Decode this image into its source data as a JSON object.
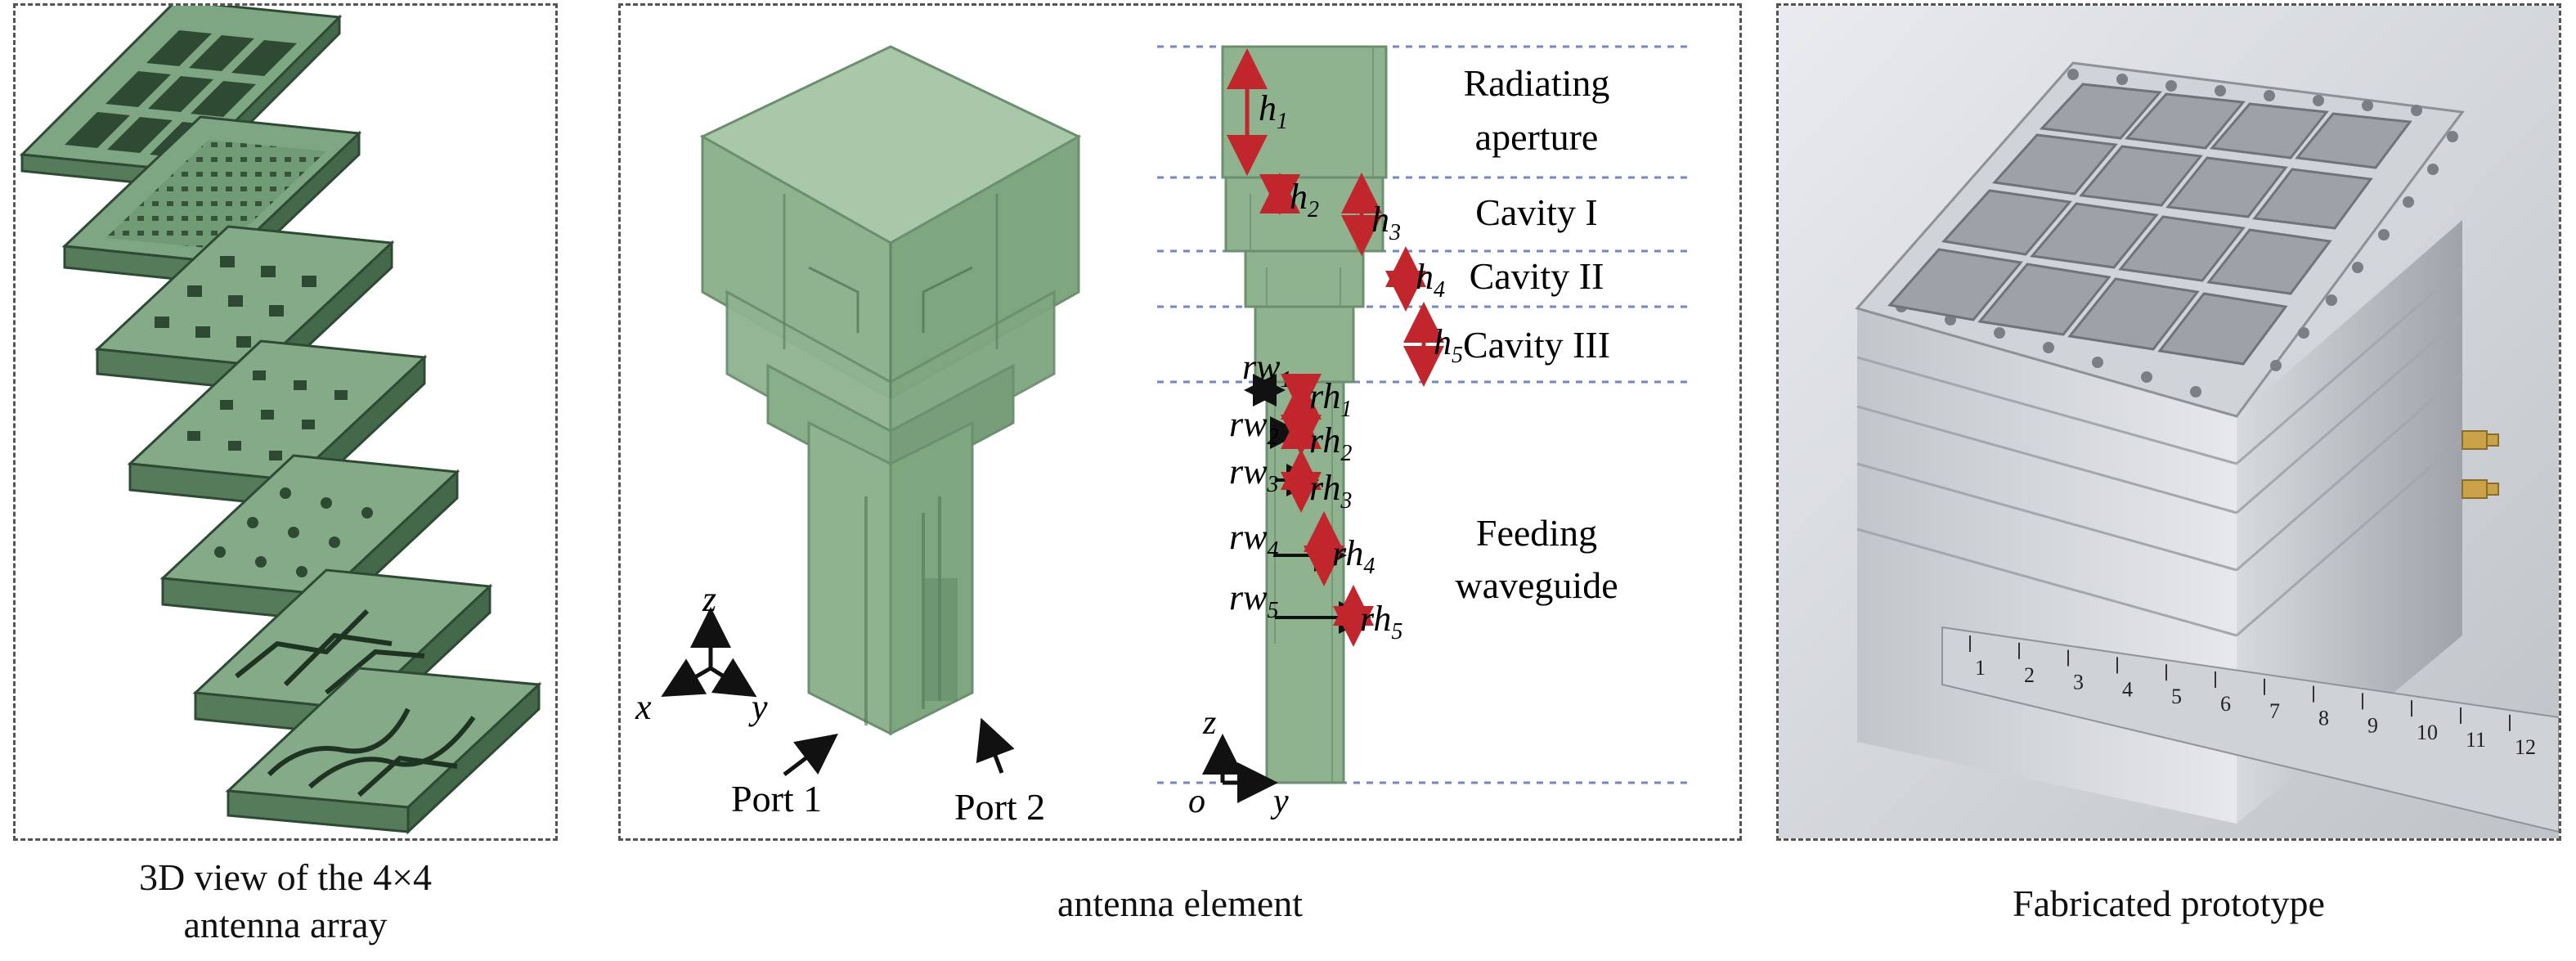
{
  "captions": {
    "array_line1": "3D view of the 4×4",
    "array_line2": "antenna array",
    "element": "antenna element",
    "prototype": "Fabricated prototype"
  },
  "element_3d": {
    "axis_z": "z",
    "axis_x": "x",
    "axis_y": "y",
    "port1": "Port 1",
    "port2": "Port 2"
  },
  "cross_section": {
    "sections": {
      "radiating_line1": "Radiating",
      "radiating_line2": "aperture",
      "cavity1": "Cavity I",
      "cavity2": "Cavity II",
      "cavity3": "Cavity III",
      "feeding_line1": "Feeding",
      "feeding_line2": "waveguide"
    },
    "heights": {
      "h": "h",
      "s1": "1",
      "s2": "2",
      "s3": "3",
      "s4": "4",
      "s5": "5"
    },
    "ridges": {
      "rw": "rw",
      "rh": "rh",
      "s1": "1",
      "s2": "2",
      "s3": "3",
      "s4": "4",
      "s5": "5"
    },
    "axis_z": "z",
    "axis_o": "o",
    "axis_y": "y"
  },
  "ruler": [
    "1",
    "2",
    "3",
    "4",
    "5",
    "6",
    "7",
    "8",
    "9",
    "10",
    "11",
    "12"
  ],
  "colors": {
    "model_fill": "#8fb38f",
    "model_dark": "#4f7a55",
    "dimension_red": "#c0262c",
    "guide_blue": "#6f86c8",
    "aluminum": "#c9ccd0"
  }
}
